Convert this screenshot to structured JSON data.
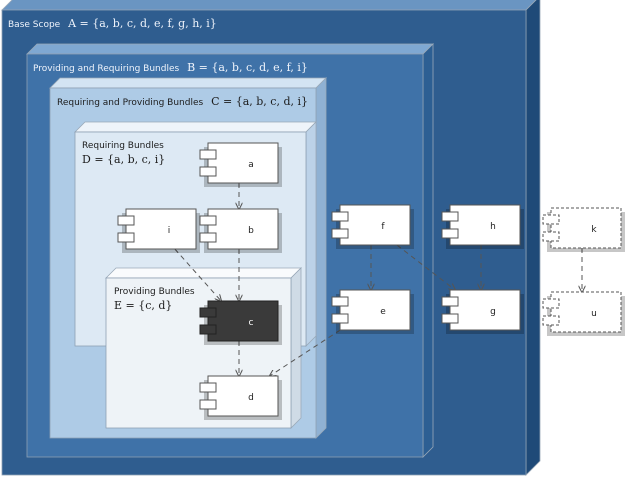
{
  "sets": {
    "base": {
      "title": "Base Scope",
      "set": "A = {a, b, c, d, e, f, g, h, i}"
    },
    "providing_requiring": {
      "title": "Providing and Requiring Bundles",
      "set": "B = {a, b, c, d, e, f, i}"
    },
    "requiring_providing": {
      "title": "Requiring and Providing Bundles",
      "set": "C = {a, b, c, d, i}"
    },
    "requiring": {
      "title": "Requiring Bundles",
      "set": "D = {a, b, c, i}"
    },
    "providing": {
      "title": "Providing Bundles",
      "set": "E = {c, d}"
    }
  },
  "components": [
    {
      "id": "a",
      "label": "a",
      "style": "normal"
    },
    {
      "id": "b",
      "label": "b",
      "style": "normal"
    },
    {
      "id": "i",
      "label": "i",
      "style": "normal"
    },
    {
      "id": "c",
      "label": "c",
      "style": "highlighted"
    },
    {
      "id": "d",
      "label": "d",
      "style": "normal"
    },
    {
      "id": "f",
      "label": "f",
      "style": "normal"
    },
    {
      "id": "e",
      "label": "e",
      "style": "normal"
    },
    {
      "id": "h",
      "label": "h",
      "style": "normal"
    },
    {
      "id": "g",
      "label": "g",
      "style": "normal"
    },
    {
      "id": "k",
      "label": "k",
      "style": "dashed"
    },
    {
      "id": "u",
      "label": "u",
      "style": "dashed"
    }
  ],
  "dependencies": [
    {
      "from": "a",
      "to": "b"
    },
    {
      "from": "b",
      "to": "c"
    },
    {
      "from": "i",
      "to": "c"
    },
    {
      "from": "c",
      "to": "d"
    },
    {
      "from": "f",
      "to": "e"
    },
    {
      "from": "f",
      "to": "g"
    },
    {
      "from": "h",
      "to": "g"
    },
    {
      "from": "e",
      "to": "d"
    },
    {
      "from": "k",
      "to": "u"
    }
  ],
  "colors": {
    "outer_front": "#2f5d8f",
    "outer_top": "#6a95c2",
    "outer_side": "#1f4a78",
    "level2_front": "#3f72a8",
    "level3_front": "#aecbe6",
    "level4_front": "#dde9f4",
    "level5_front": "#eef3f7",
    "component_fill": "#ffffff",
    "component_highlight": "#3a3a3a",
    "line": "#555555"
  }
}
